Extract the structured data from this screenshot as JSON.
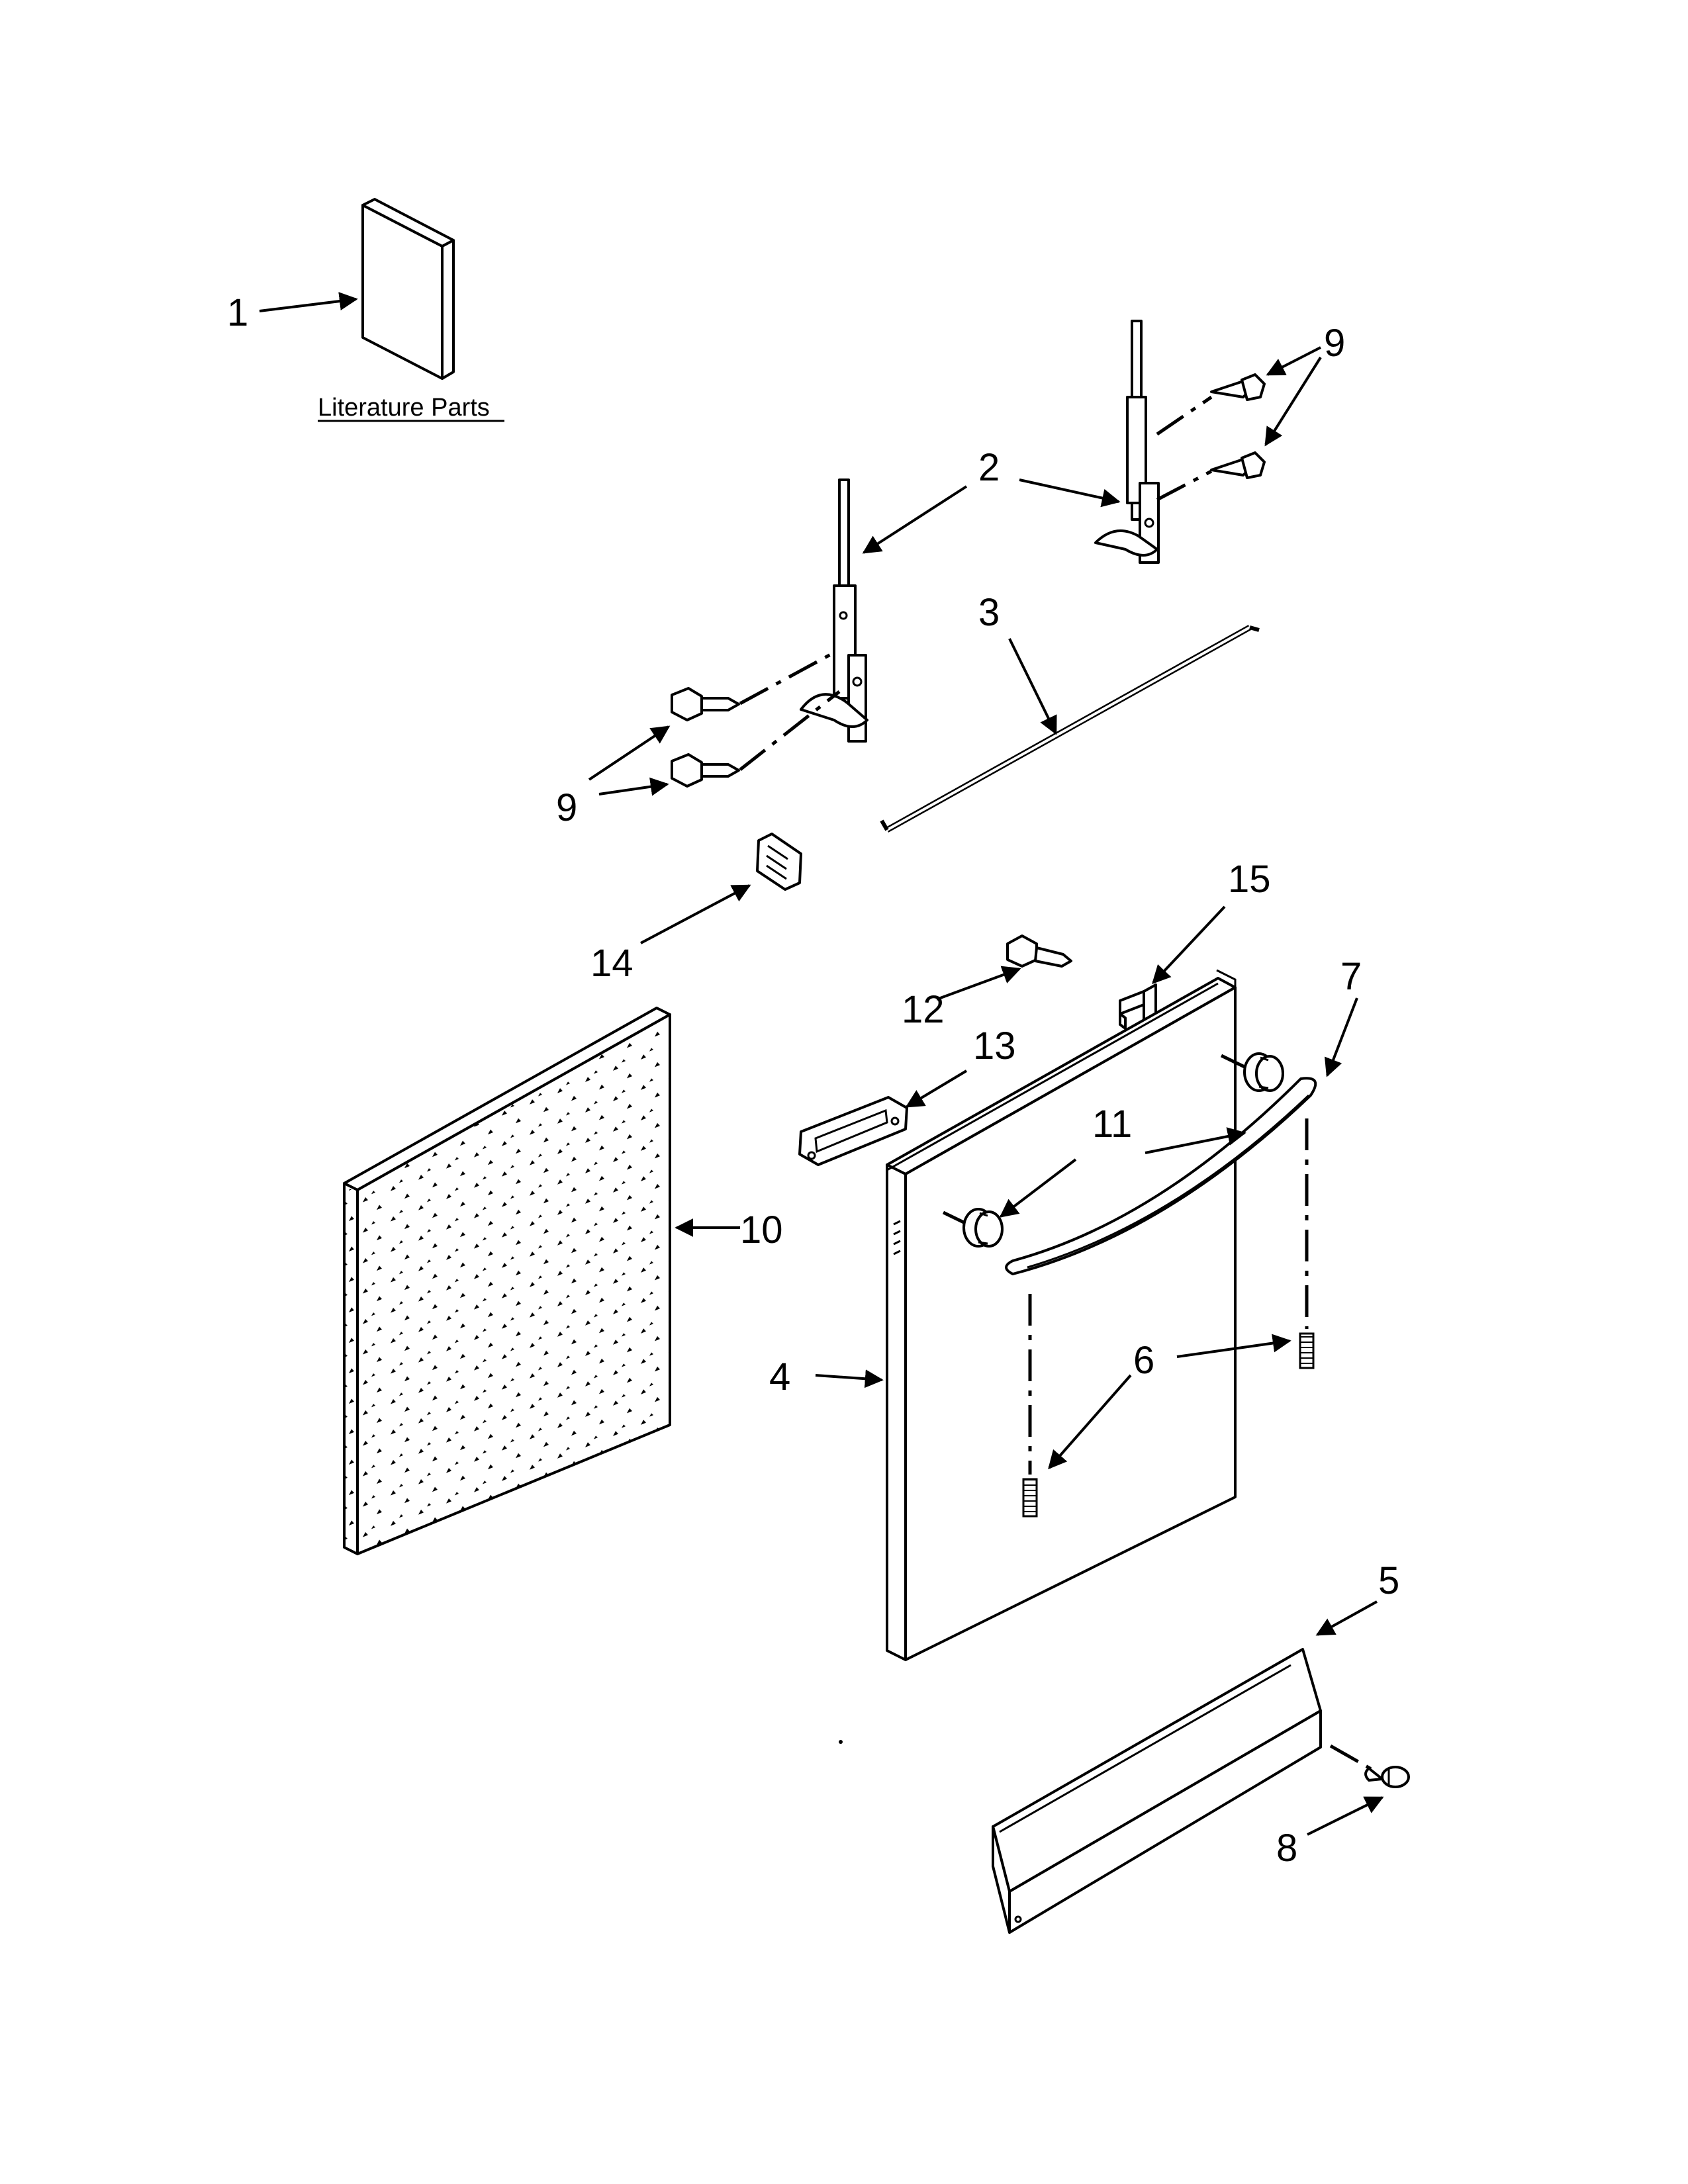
{
  "literature_label": "Literature Parts",
  "callouts": {
    "c1": "1",
    "c2": "2",
    "c3": "3",
    "c4": "4",
    "c5": "5",
    "c6": "6",
    "c7": "7",
    "c8": "8",
    "c9a": "9",
    "c9b": "9",
    "c10": "10",
    "c11": "11",
    "c12": "12",
    "c13": "13",
    "c14": "14",
    "c15": "15"
  }
}
